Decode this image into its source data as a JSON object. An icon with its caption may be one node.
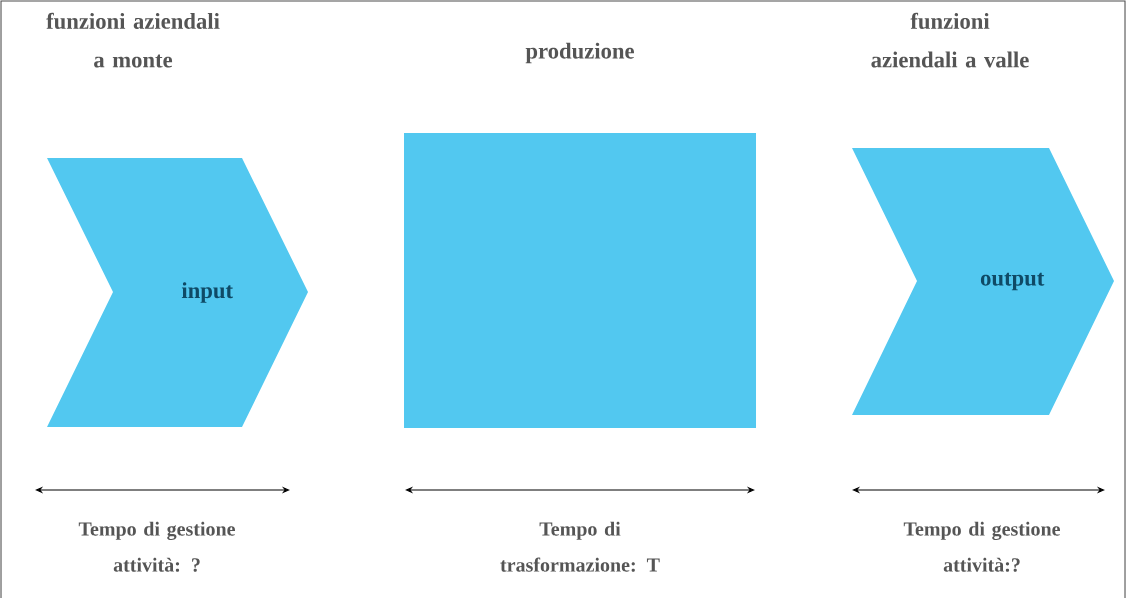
{
  "diagram": {
    "nodes": [
      {
        "text": [
          "input"
        ]
      },
      {
        "text": [],
        "shape": "box"
      },
      {
        "text": [
          "output"
        ]
      }
    ],
    "labels": [
      "funzioni aziendali a monte",
      "produzione",
      "funzioni aziendali a valle",
      "Tempo di gestione attività: ?",
      "Tempo di trasformazione: T",
      "Tempo di gestione attività:?"
    ]
  }
}
